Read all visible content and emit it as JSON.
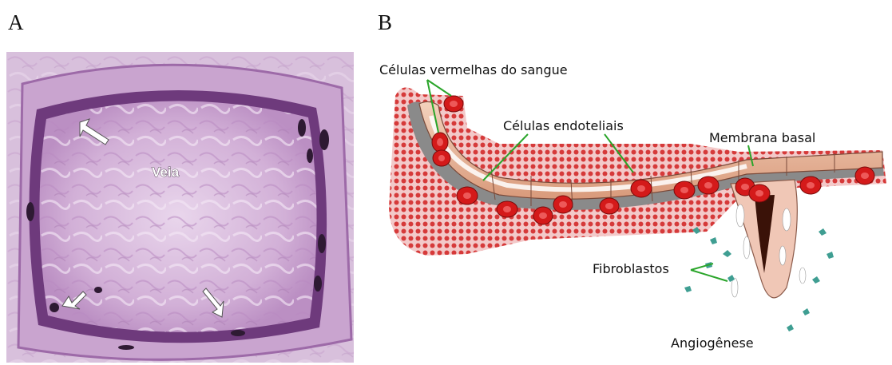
{
  "panels": {
    "a": {
      "letter": "A",
      "vessel_label": "Veia"
    },
    "b": {
      "letter": "B",
      "labels": {
        "red_blood_cells": "Células vermelhas do sangue",
        "endothelial_cells": "Células endoteliais",
        "basal_membrane": "Membrana basal",
        "fibroblasts": "Fibroblastos",
        "angiogenesis": "Angiogênese"
      }
    }
  },
  "colors": {
    "tissue_light": "#d9b8dc",
    "tissue_lumen": "#c9a2cf",
    "vessel_wall": "#7a3f86",
    "blood_cell": "#e02020",
    "endothelium": "#e8b99a",
    "callout_line": "#2aa52a",
    "fibroblast": "#4aa69a"
  }
}
